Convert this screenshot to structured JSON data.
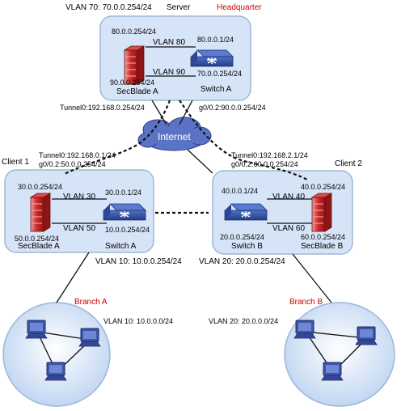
{
  "headquarter": {
    "title": "Headquarter",
    "vlan70": "VLAN 70: 70.0.0.254/24",
    "server": "Server",
    "secblade_ip_80": "80.0.0.254/24",
    "vlan80": "VLAN 80",
    "switch_ip_80": "80.0.0.1/24",
    "vlan90": "VLAN 90",
    "secblade_ip_90": "90.0.0.254/24",
    "switch_ip_70": "70.0.0.254/24",
    "secblade_name": "SecBlade A",
    "switch_name": "Switch A",
    "tunnel": "Tunnel0:192.168.0.254/24",
    "subif": "g0/0.2:90.0.0.254/24"
  },
  "internet": {
    "label": "Internet"
  },
  "client1": {
    "title": "Client 1",
    "tunnel": "Tunnel0:192.168.0.1/24",
    "subif": "g0/0.2:50.0.0.254/24",
    "secblade_ip_30": "30.0.0.254/24",
    "vlan30": "VLAN 30",
    "switch_ip_30": "30.0.0.1/24",
    "vlan50": "VLAN 50",
    "secblade_ip_50": "50.0.0.254/24",
    "switch_ip_10": "10.0.0.254/24",
    "secblade_name": "SecBlade A",
    "switch_name": "Switch A",
    "vlan10": "VLAN 10: 10.0.0.254/24"
  },
  "client2": {
    "title": "Client 2",
    "tunnel": "Tunnel0:192.168.2.1/24",
    "subif": "g0/0.2:60.0.0.254/24",
    "switch_ip_40": "40.0.0.1/24",
    "vlan40": "VLAN 40",
    "secblade_ip_40": "40.0.0.254/24",
    "vlan60": "VLAN 60",
    "switch_ip_20": "20.0.0.254/24",
    "secblade_ip_60": "60.0.0.254/24",
    "switch_name": "Switch B",
    "secblade_name": "SecBlade B",
    "vlan20": "VLAN 20:  20.0.0.254/24"
  },
  "branch_a": {
    "title": "Branch A",
    "vlan": "VLAN 10: 10.0.0.0/24"
  },
  "branch_b": {
    "title": "Branch B",
    "vlan": "VLAN 20: 20.0.0.0/24"
  },
  "colors": {
    "box_fill": "#d6e4f7",
    "box_stroke": "#9fb6d8",
    "cloud": "#5b73c4",
    "firewall": "#c62828",
    "switch": "#2f4ea3",
    "pc": "#2a3f8f",
    "label_red": "#cc0000"
  }
}
